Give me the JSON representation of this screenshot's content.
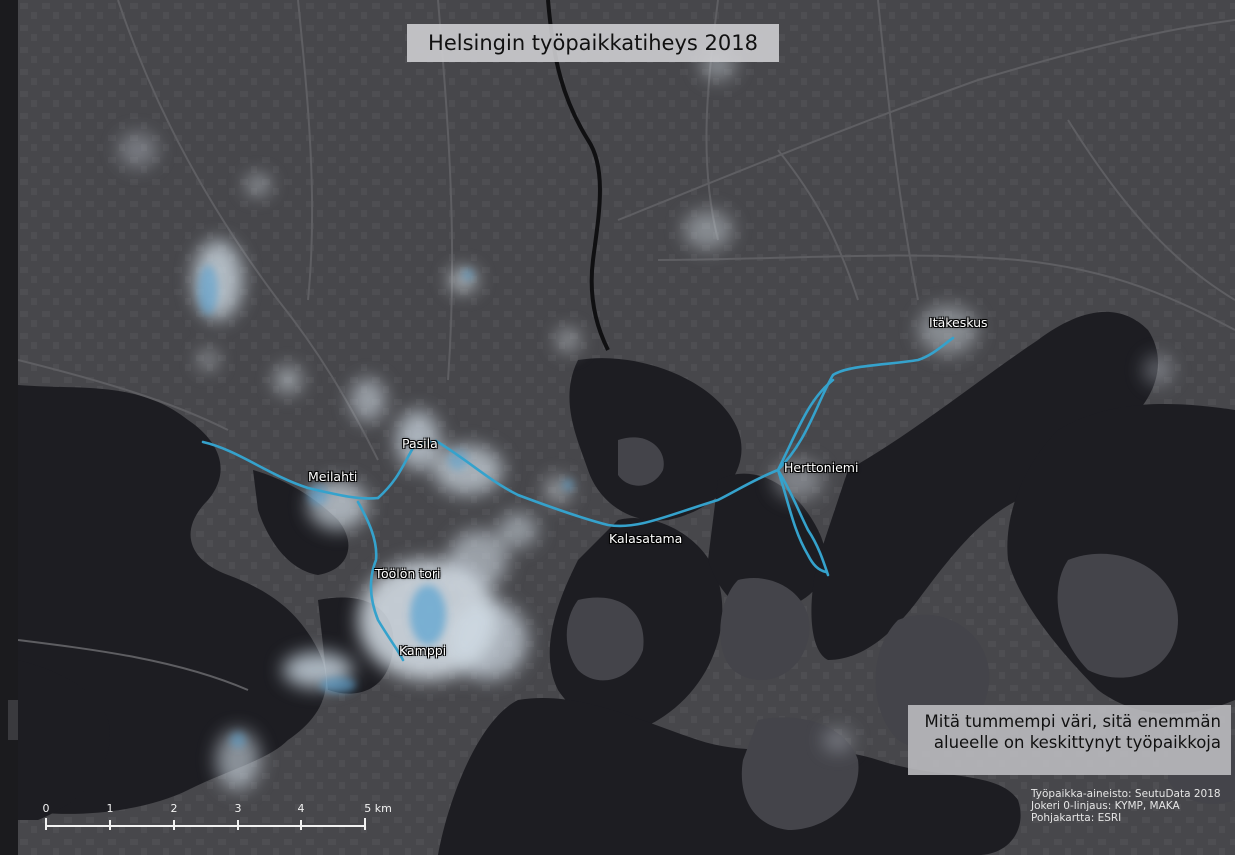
{
  "map": {
    "title": "Helsingin työpaikkatiheys 2018",
    "legend_note": [
      "Mitä tummempi väri, sitä enemmän",
      "alueelle on keskittynyt työpaikkoja"
    ],
    "credits": [
      "Työpaikka-aineisto: SeutuData 2018",
      "Jokeri 0-linjaus: KYMP, MAKA",
      "Pohjakartta: ESRI"
    ],
    "place_labels": [
      "Pasila",
      "Meilahti",
      "Itäkeskus",
      "Herttoniemi",
      "Kalasatama",
      "Töölön tori",
      "Kamppi"
    ],
    "scale_bar": {
      "ticks": [
        "0",
        "1",
        "2",
        "3",
        "4",
        "5 km"
      ]
    },
    "colors": {
      "land": "#47474b",
      "water": "#1d1d22",
      "roads": "#5e5e62",
      "route_line": "#35a2cc",
      "density_glow": "#d8e8f4",
      "density_core": "#4a9fd0"
    }
  }
}
